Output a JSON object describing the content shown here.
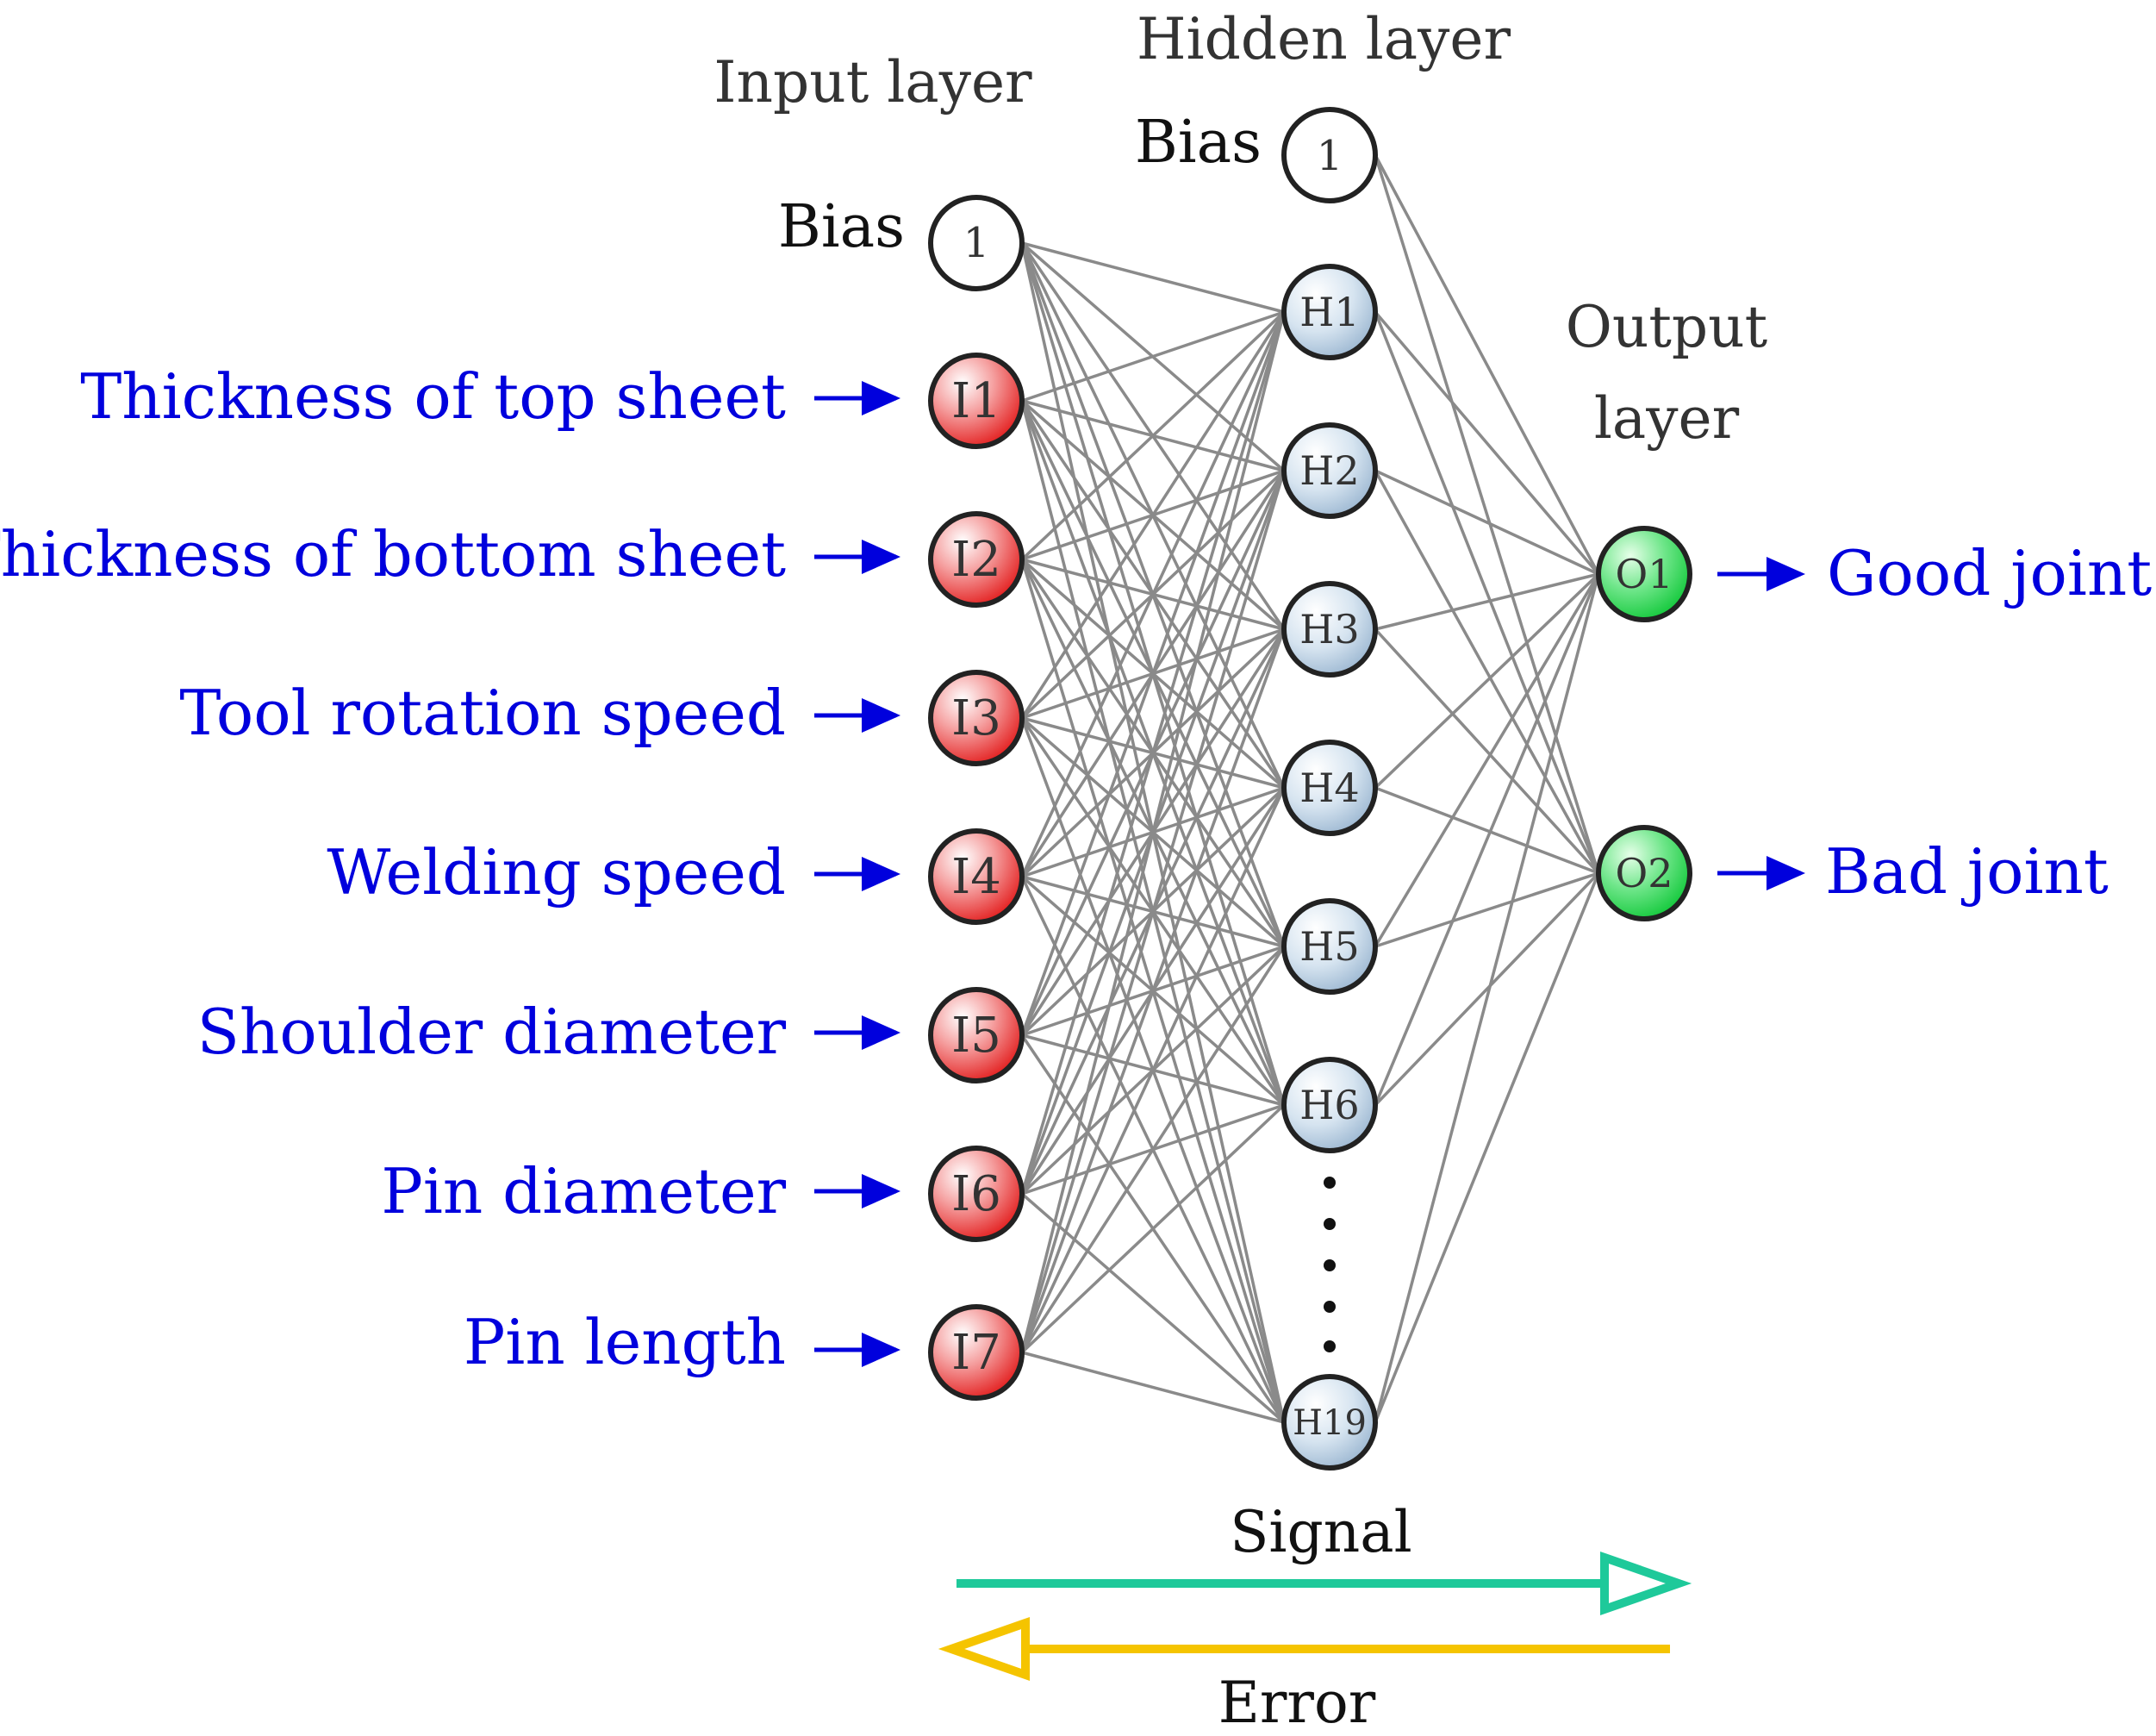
{
  "titles": {
    "input_layer": "Input layer",
    "hidden_layer": "Hidden layer",
    "output_layer_line1": "Output",
    "output_layer_line2": "layer"
  },
  "bias": {
    "input_label": "Bias",
    "input_value": "1",
    "hidden_label": "Bias",
    "hidden_value": "1"
  },
  "inputs": [
    {
      "id": "I1",
      "label": "Thickness of top sheet"
    },
    {
      "id": "I2",
      "label": "Thickness of bottom sheet"
    },
    {
      "id": "I3",
      "label": "Tool rotation speed"
    },
    {
      "id": "I4",
      "label": "Welding speed"
    },
    {
      "id": "I5",
      "label": "Shoulder diameter"
    },
    {
      "id": "I6",
      "label": "Pin diameter"
    },
    {
      "id": "I7",
      "label": "Pin length"
    }
  ],
  "hidden": [
    "H1",
    "H2",
    "H3",
    "H4",
    "H5",
    "H6",
    "H19"
  ],
  "outputs": [
    {
      "id": "O1",
      "label": "Good joint"
    },
    {
      "id": "O2",
      "label": "Bad joint"
    }
  ],
  "flow": {
    "signal": "Signal",
    "error": "Error"
  },
  "colors": {
    "label_text": "#0000dd",
    "input_node": "#e31e1e",
    "hidden_node": "#a9c3db",
    "output_node": "#12d83a",
    "signal_arrow": "#1ec99a",
    "error_arrow": "#f5c400",
    "connection": "#8a8a8a"
  }
}
